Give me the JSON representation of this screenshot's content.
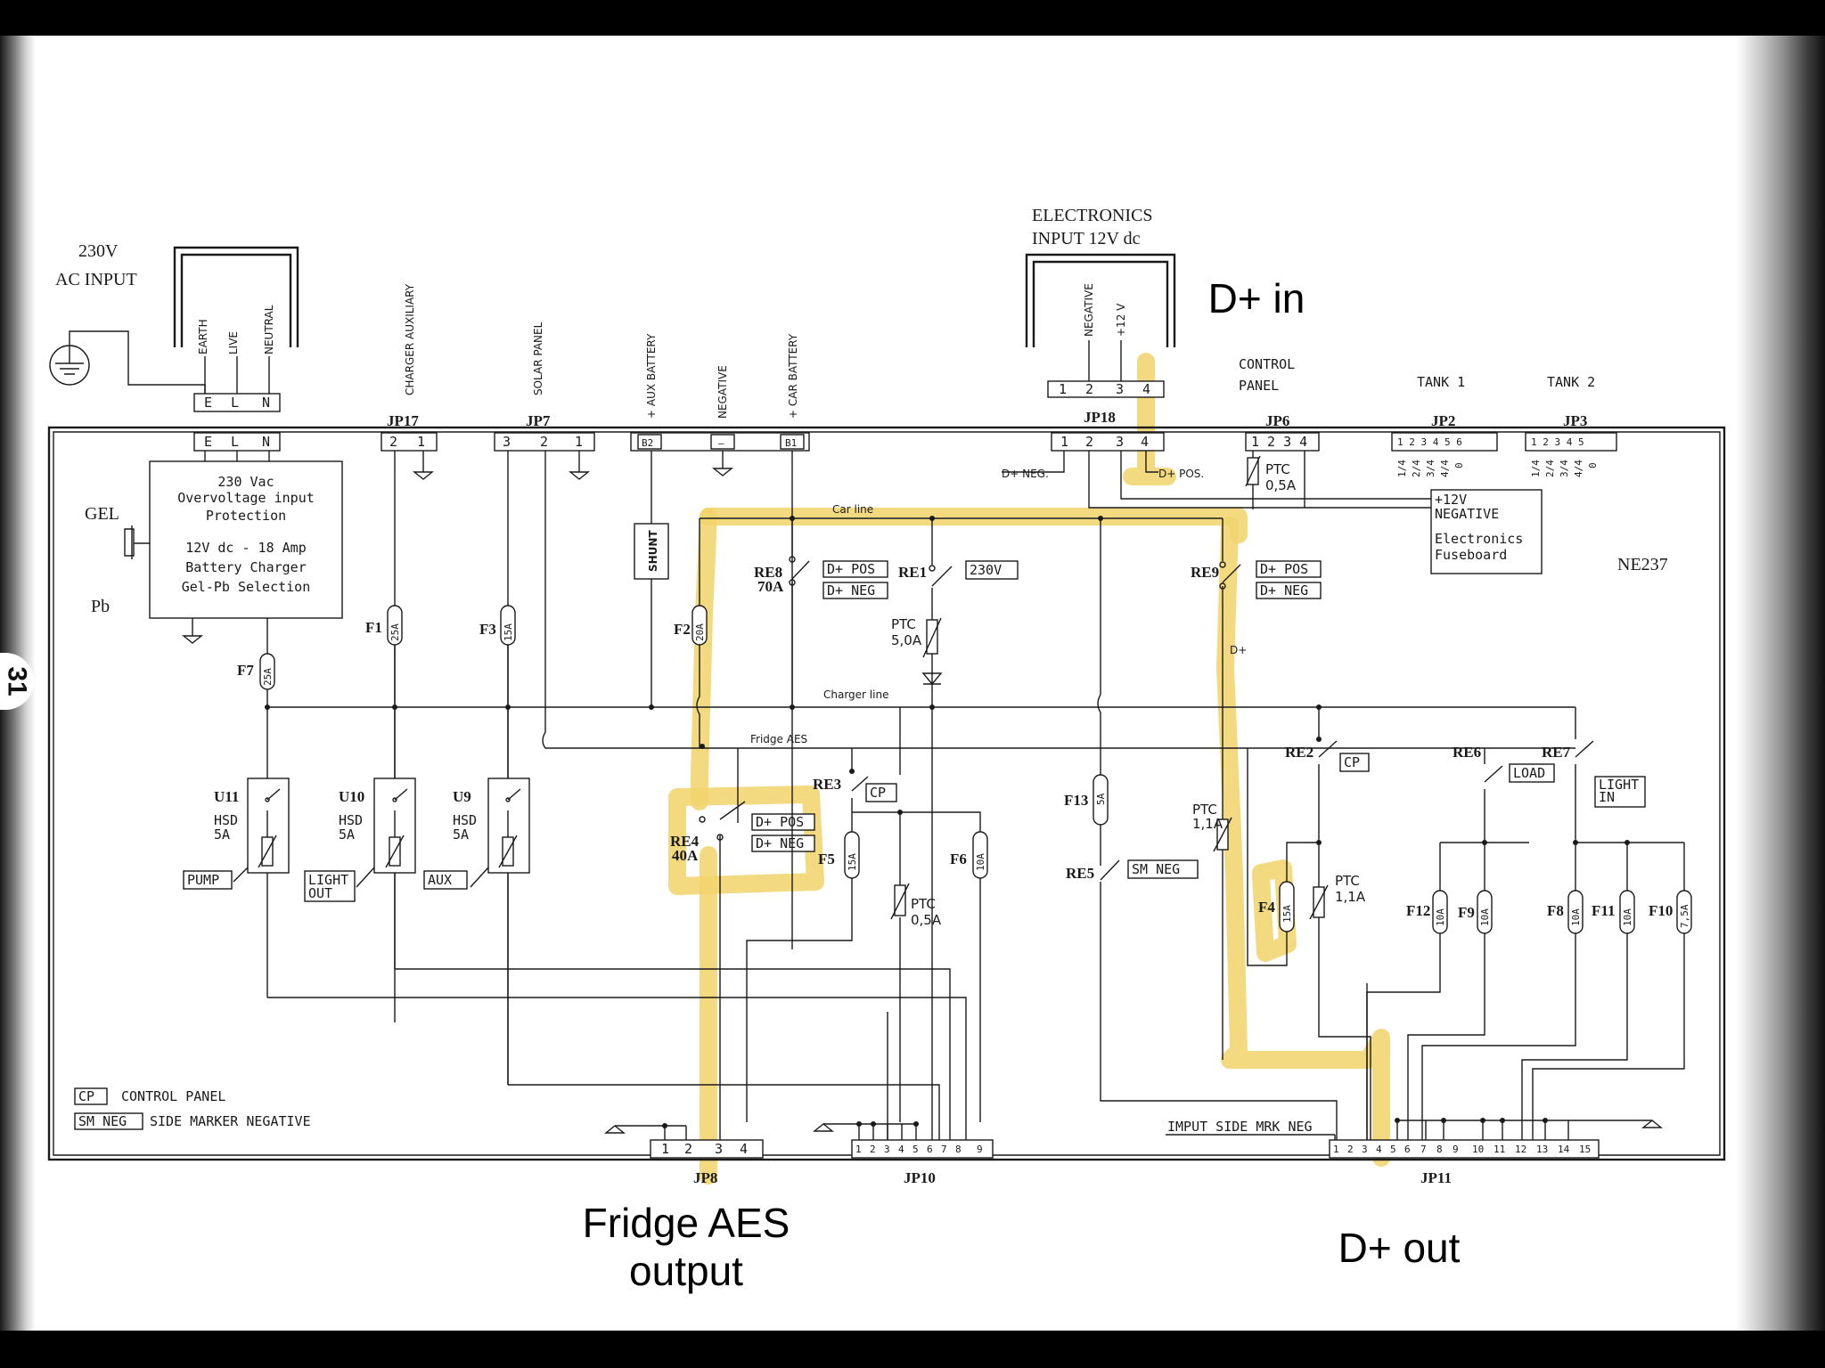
{
  "page_number": "31",
  "board_id": "NE237",
  "ac_input": {
    "title_1": "230V",
    "title_2": "AC INPUT",
    "pins": [
      "EARTH",
      "LIVE",
      "NEUTRAL"
    ],
    "terminal": [
      "E",
      "L",
      "N"
    ]
  },
  "charger": {
    "line1": "230 Vac",
    "line2": "Overvoltage input",
    "line3": "Protection",
    "line4": "12V dc - 18 Amp",
    "line5": "Battery Charger",
    "line6": "Gel-Pb Selection",
    "gel": "GEL",
    "pb": "Pb"
  },
  "connectors": {
    "jp17": {
      "label": "JP17",
      "title": "CHARGER AUXILIARY",
      "pins": [
        "2",
        "1"
      ]
    },
    "jp7": {
      "label": "JP7",
      "title": "SOLAR PANEL",
      "pins": [
        "3",
        "2",
        "1"
      ]
    },
    "battery": {
      "aux": "+ AUX BATTERY",
      "neg": "NEGATIVE",
      "car": "+ CAR BATTERY",
      "pins": [
        "B2",
        "–",
        "B1"
      ]
    },
    "jp18": {
      "label": "JP18",
      "title_1": "ELECTRONICS",
      "title_2": "INPUT   12V  dc",
      "neg": "NEGATIVE",
      "pos": "+12 V",
      "pins": [
        "1",
        "2",
        "3",
        "4"
      ]
    },
    "jp6": {
      "label": "JP6",
      "title_1": "CONTROL",
      "title_2": "PANEL",
      "pins": "1 2 3 4"
    },
    "jp2": {
      "label": "JP2",
      "title": "TANK 1",
      "pins": "1 2 3 4 5 6",
      "levels": [
        "1/4",
        "2/4",
        "3/4",
        "4/4",
        "0"
      ]
    },
    "jp3": {
      "label": "JP3",
      "title": "TANK 2",
      "pins": "1 2 3 4 5",
      "levels": [
        "1/4",
        "2/4",
        "3/4",
        "4/4",
        "0"
      ]
    },
    "jp8": {
      "label": "JP8",
      "pins": [
        "1",
        "2",
        "3",
        "4"
      ]
    },
    "jp10": {
      "label": "JP10",
      "pins": [
        "1",
        "2",
        "3",
        "4",
        "5",
        "6",
        "7",
        "8",
        "9"
      ]
    },
    "jp11": {
      "label": "JP11",
      "pins": [
        "1",
        "2",
        "3",
        "4",
        "5",
        "6",
        "7",
        "8",
        "9",
        "10",
        "11",
        "12",
        "13",
        "14",
        "15"
      ]
    }
  },
  "lines": {
    "car": "Car line",
    "charger": "Charger line",
    "fridge": "Fridge AES",
    "d_plus": "D+"
  },
  "shunt": "SHUNT",
  "fuses": [
    {
      "id": "F7",
      "rating": "25A"
    },
    {
      "id": "F1",
      "rating": "25A"
    },
    {
      "id": "F3",
      "rating": "15A"
    },
    {
      "id": "F2",
      "rating": "20A"
    },
    {
      "id": "F5",
      "rating": "15A"
    },
    {
      "id": "F6",
      "rating": "10A"
    },
    {
      "id": "F13",
      "rating": "5A"
    },
    {
      "id": "F4",
      "rating": "15A"
    },
    {
      "id": "F12",
      "rating": "10A"
    },
    {
      "id": "F9",
      "rating": "10A"
    },
    {
      "id": "F8",
      "rating": "10A"
    },
    {
      "id": "F11",
      "rating": "10A"
    },
    {
      "id": "F10",
      "rating": "7,5A"
    }
  ],
  "relays": {
    "re8": {
      "id": "RE8",
      "amps": "70A",
      "tag1": "D+ POS",
      "tag2": "D+ NEG"
    },
    "re1": {
      "id": "RE1",
      "tag": "230V"
    },
    "re9": {
      "id": "RE9",
      "tag1": "D+ POS",
      "tag2": "D+ NEG"
    },
    "re4": {
      "id": "RE4",
      "amps": "40A",
      "tag1": "D+ POS",
      "tag2": "D+ NEG"
    },
    "re3": {
      "id": "RE3",
      "tag": "CP"
    },
    "re5": {
      "id": "RE5",
      "tag": "SM NEG"
    },
    "re2": {
      "id": "RE2",
      "tag": "CP"
    },
    "re6": {
      "id": "RE6",
      "tag": "LOAD"
    },
    "re7": {
      "id": "RE7",
      "tag1": "LIGHT",
      "tag2": "IN"
    }
  },
  "ptc": {
    "jp6": {
      "name": "PTC",
      "value": "0,5A"
    },
    "re1": {
      "name": "PTC",
      "value": "5,0A"
    },
    "d_plus": {
      "name": "PTC",
      "value": "1,1A"
    },
    "f4": {
      "name": "PTC",
      "value": "1,1A"
    },
    "jp10": {
      "name": "PTC",
      "value": "0,5A"
    }
  },
  "hsd": [
    {
      "id": "U11",
      "type": "HSD",
      "amps": "5A",
      "load": "PUMP"
    },
    {
      "id": "U10",
      "type": "HSD",
      "amps": "5A",
      "load_1": "LIGHT",
      "load_2": "OUT"
    },
    {
      "id": "U9",
      "type": "HSD",
      "amps": "5A",
      "load": "AUX"
    }
  ],
  "signals": {
    "d_neg": "D+ NEG.",
    "d_pos": "D+ POS."
  },
  "fuseboard": {
    "line1": "+12V",
    "line2": "NEGATIVE",
    "line3": "Electronics",
    "line4": "Fuseboard"
  },
  "legend": [
    {
      "code": "CP",
      "text": "CONTROL PANEL"
    },
    {
      "code": "SM NEG",
      "text": "SIDE MARKER NEGATIVE"
    }
  ],
  "imput_side": "IMPUT SIDE MRK NEG",
  "annotations": {
    "d_in": "D+ in",
    "fridge_1": "Fridge AES",
    "fridge_2": "output",
    "d_out": "D+ out"
  },
  "colors": {
    "highlight": "#f1d36b",
    "ink": "#1a1a1a",
    "background": "#ffffff"
  }
}
